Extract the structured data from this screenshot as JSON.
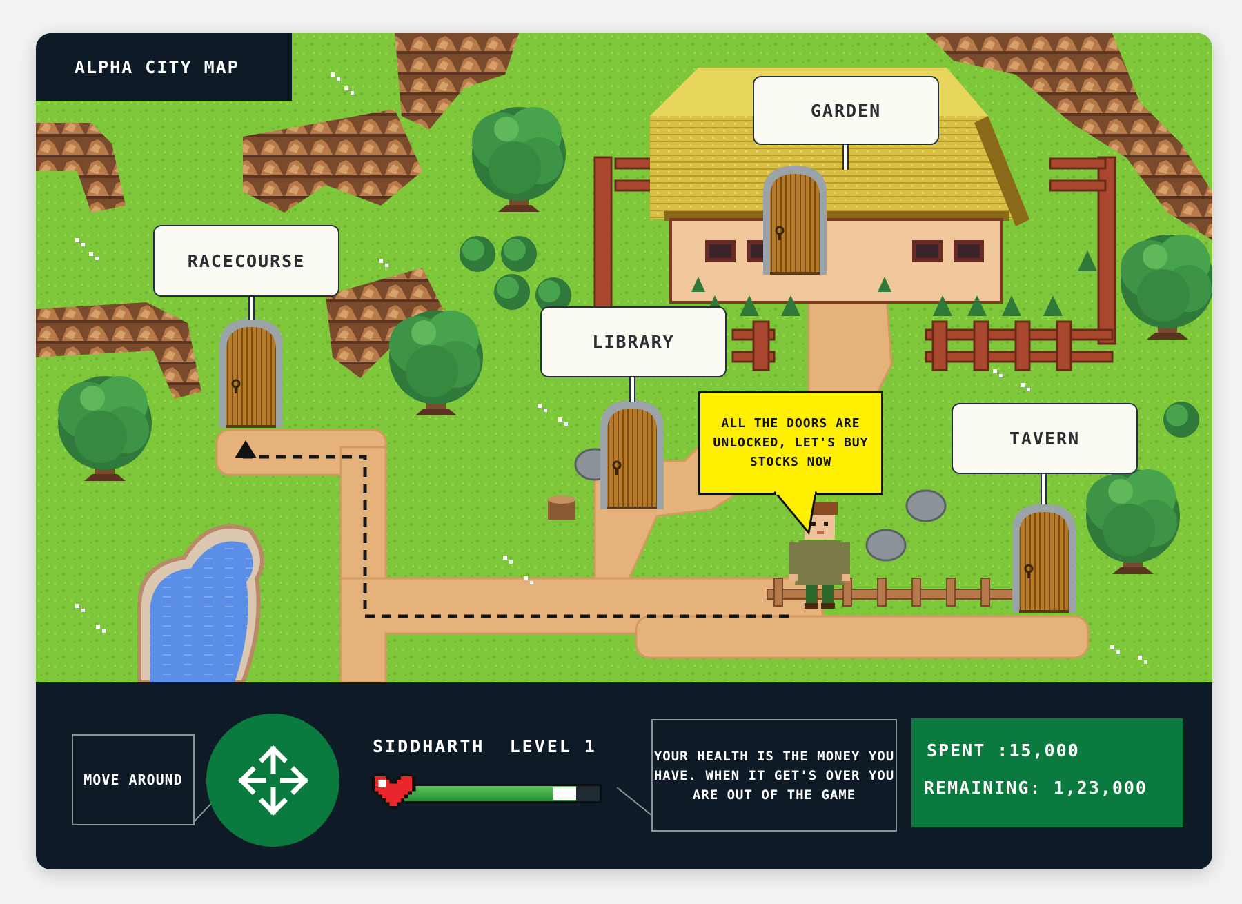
{
  "map": {
    "title": "ALPHA CITY MAP",
    "locations": [
      {
        "id": "garden",
        "label": "GARDEN"
      },
      {
        "id": "racecourse",
        "label": "RACECOURSE"
      },
      {
        "id": "library",
        "label": "LIBRARY"
      },
      {
        "id": "tavern",
        "label": "TAVERN"
      }
    ],
    "speech_bubble": "ALL THE DOORS ARE UNLOCKED, LET'S BUY STOCKS NOW"
  },
  "hud": {
    "move_label": "MOVE AROUND",
    "player_name": "SIDDHARTH",
    "player_level": "LEVEL 1",
    "health_info": "YOUR HEALTH IS THE MONEY YOU HAVE. WHEN IT GET'S OVER YOU ARE OUT OF THE GAME",
    "health_percent": 88,
    "spent_text": "SPENT :15,000",
    "remaining_text": "REMAINING: 1,23,000"
  },
  "icons": [
    "heart-icon",
    "move-arrows-icon"
  ],
  "colors": {
    "accent_green": "#0b7a3f",
    "hud_bg": "#0e1a26",
    "bubble_yellow": "#fff000",
    "grass": "#7ec63a"
  }
}
